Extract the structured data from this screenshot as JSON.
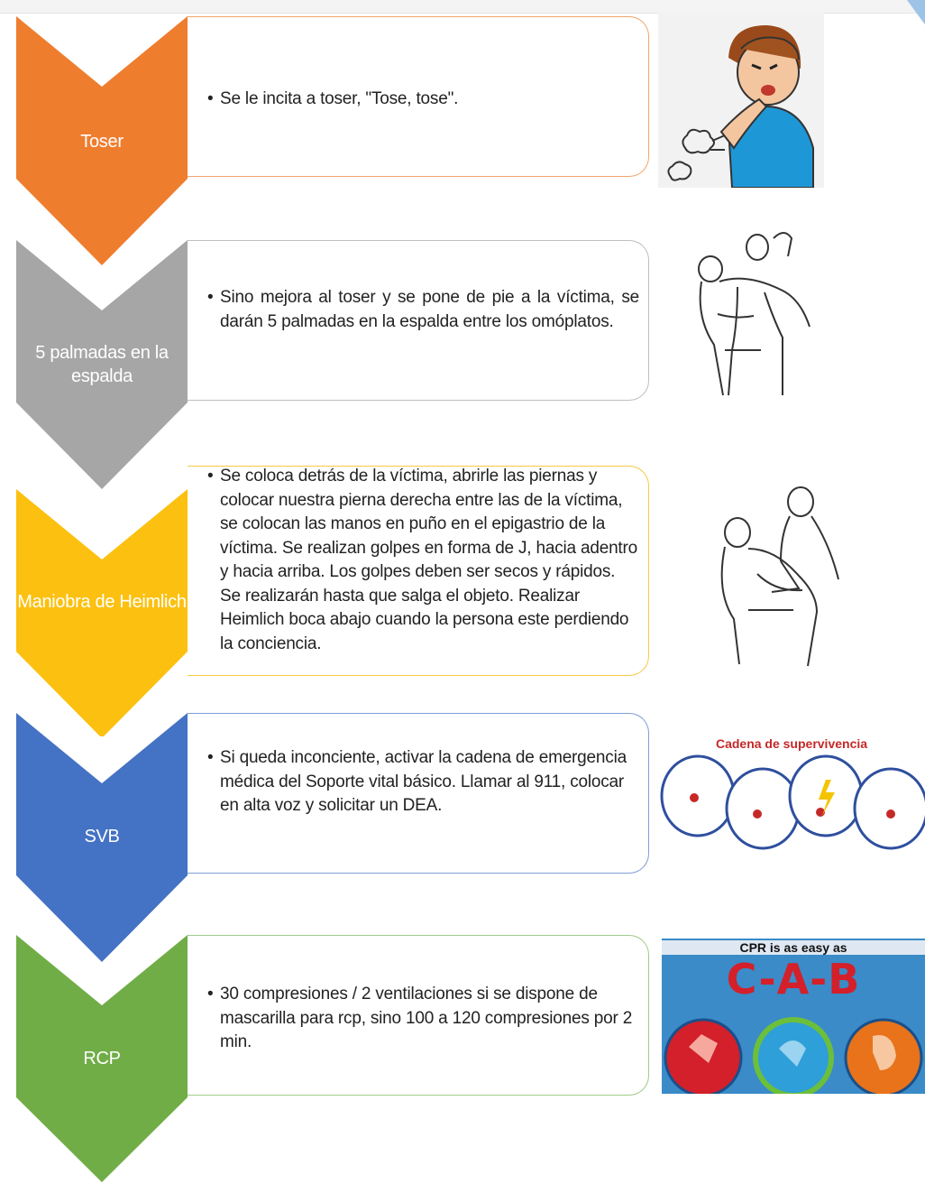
{
  "steps": [
    {
      "label": "Toser",
      "color": "#ef7d2e",
      "border": "#f3a56d",
      "text": "Se le incita a toser, \"Tose, tose\"."
    },
    {
      "label": "5 palmadas en la espalda",
      "color": "#a6a6a6",
      "border": "#bfbfbf",
      "text": "Sino mejora al toser y se pone de pie a la víctima, se darán 5 palmadas  en la espalda entre los omóplatos."
    },
    {
      "label": "Maniobra de Heimlich",
      "color": "#fcc010",
      "border": "#f7c948",
      "text": "Se coloca detrás de  la víctima, abrirle las piernas y colocar nuestra pierna derecha entre las de la víctima,  se colocan las manos en puño en el epigastrio de la víctima. Se realizan golpes en forma de J, hacia adentro y hacia arriba. Los golpes deben ser secos y rápidos. Se realizarán hasta que salga el objeto. Realizar Heimlich boca abajo cuando la persona este perdiendo la conciencia."
    },
    {
      "label": "SVB",
      "color": "#4472c4",
      "border": "#7f9fd6",
      "text": "Si queda inconciente, activar la cadena de emergencia médica del Soporte vital básico. Llamar al 911, colocar en alta voz y solicitar un DEA."
    },
    {
      "label": "RCP",
      "color": "#71ad47",
      "border": "#a1c98a",
      "text": "30 compresiones / 2 ventilaciones si se dispone de mascarilla para rcp, sino 100 a 120 compresiones por 2 min."
    }
  ],
  "images": {
    "cadena_title": "Cadena de supervivencia",
    "cab_top": "CPR is as easy as",
    "cab_big": "C-A-B"
  },
  "icons": [
    "coughing-boy-illustration",
    "back-blows-illustration",
    "heimlich-illustration",
    "chain-of-survival-illustration",
    "cab-illustration"
  ]
}
